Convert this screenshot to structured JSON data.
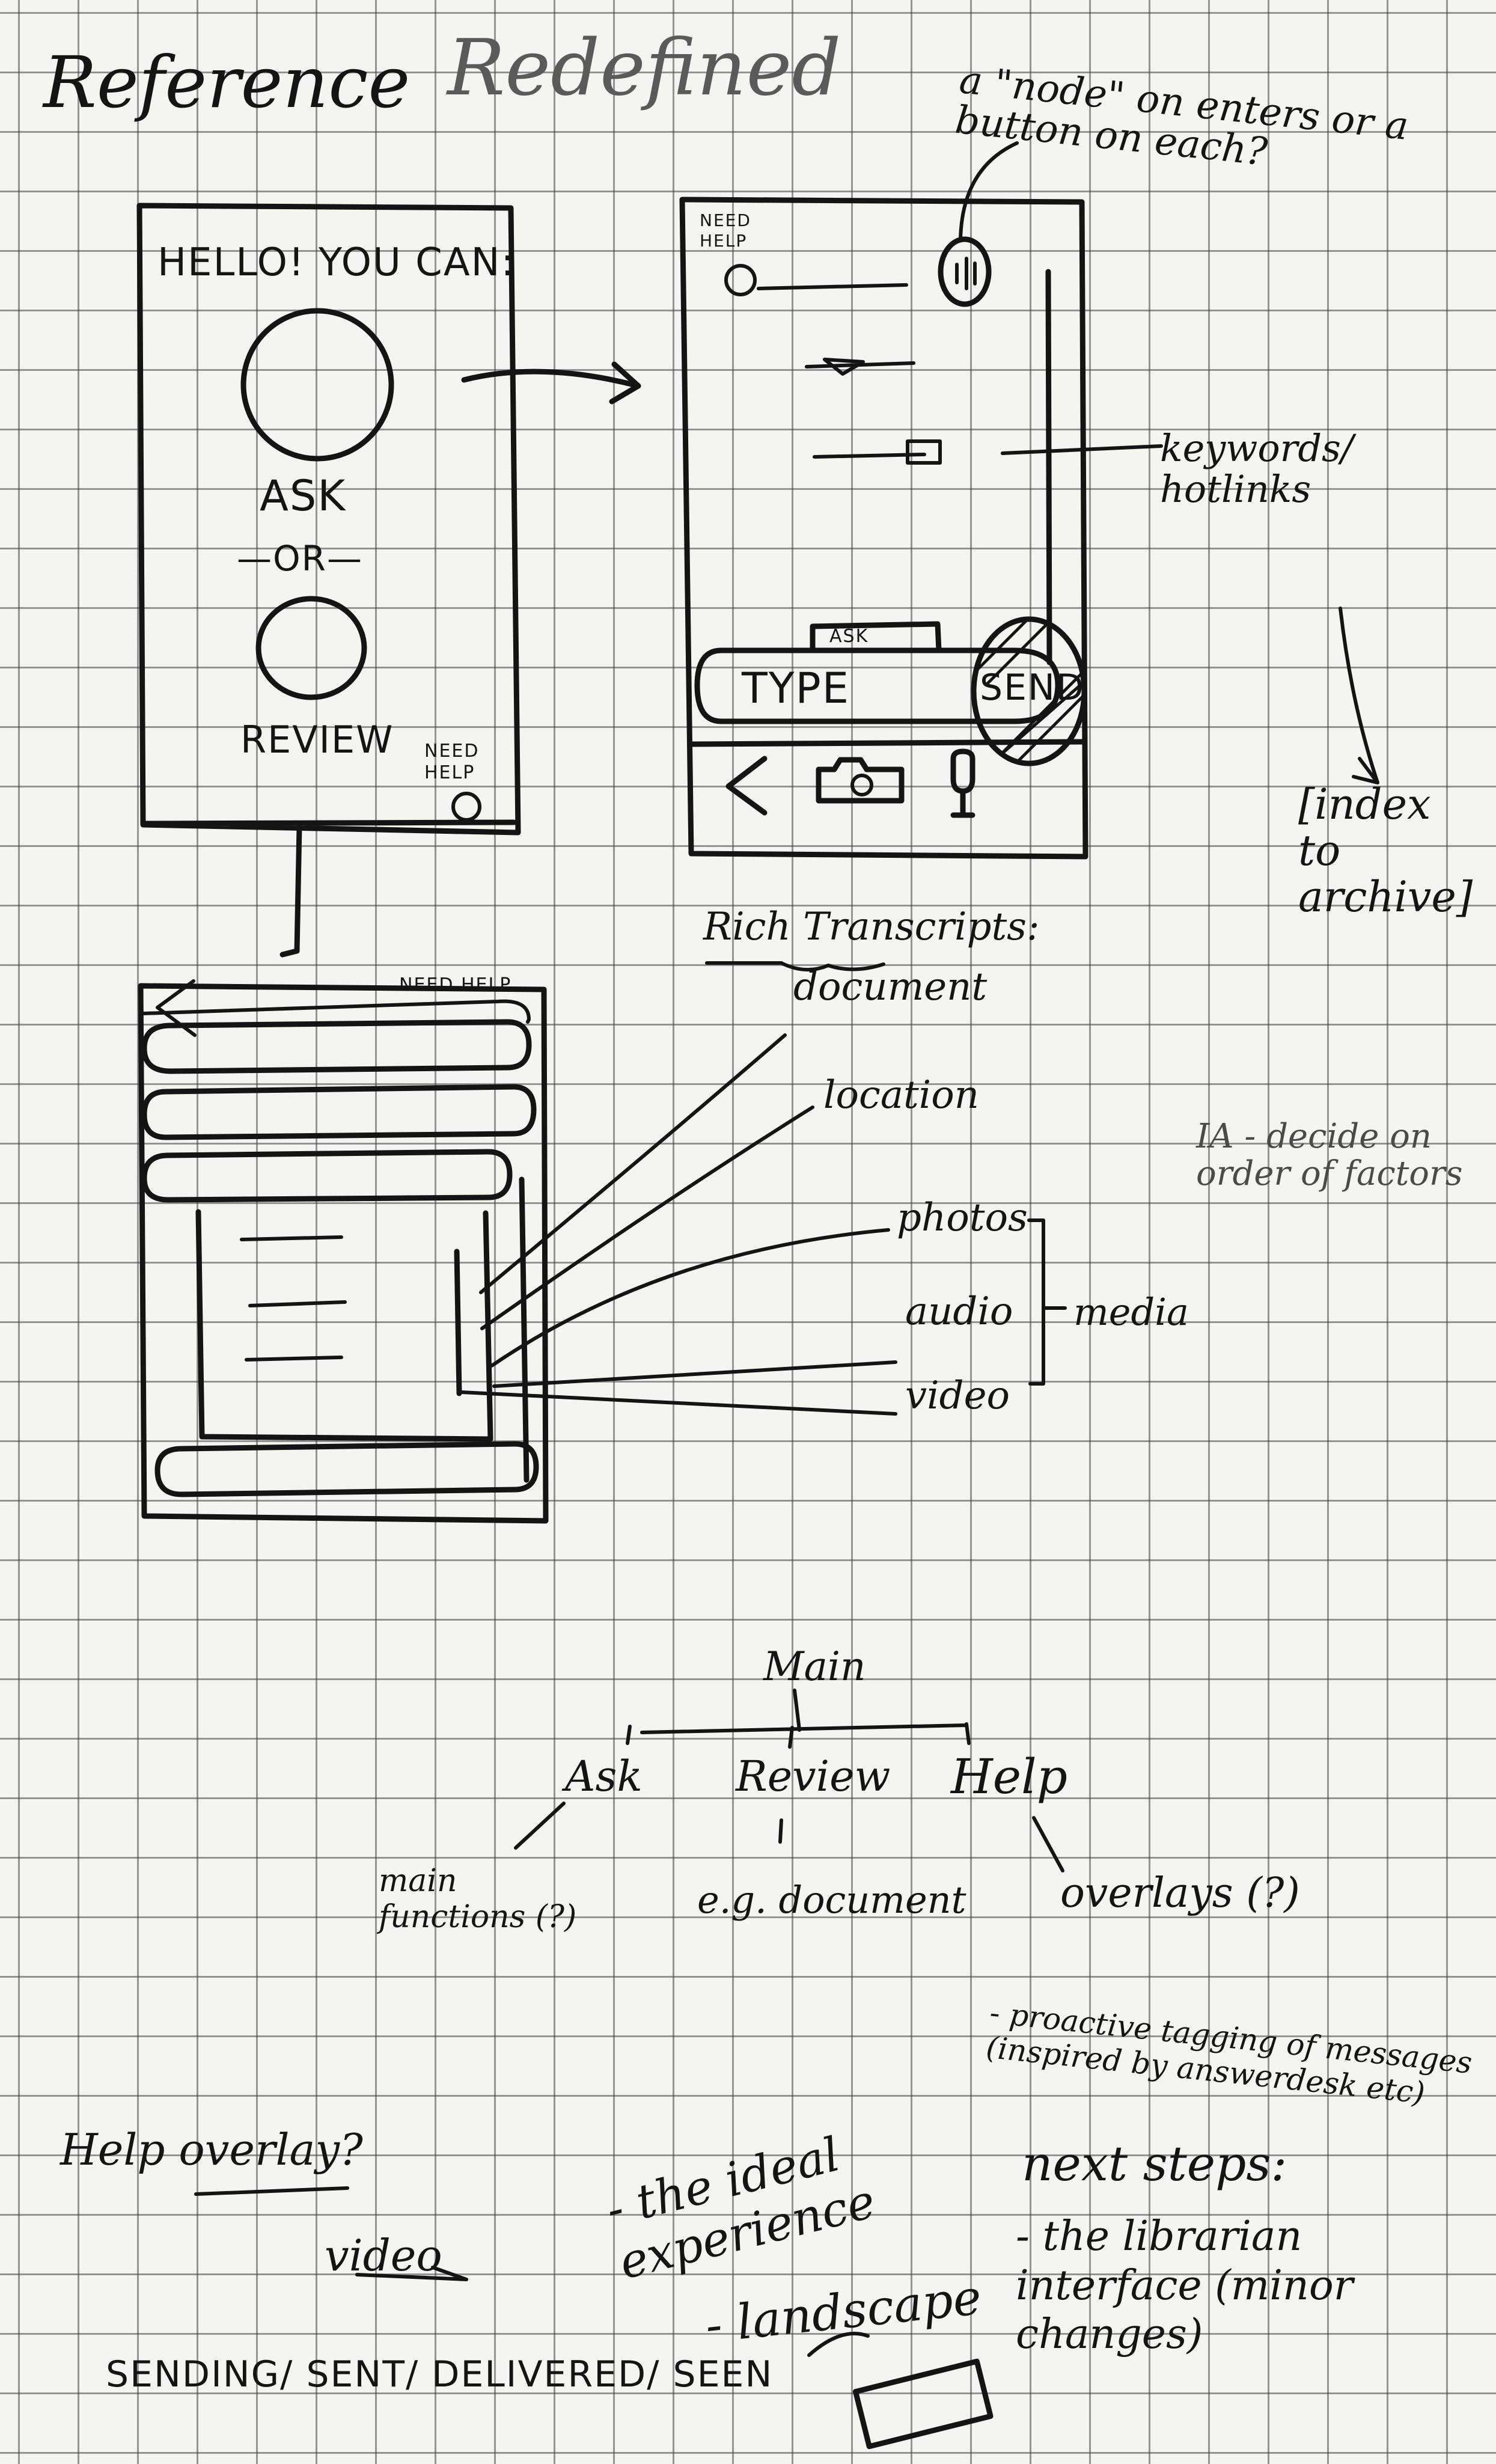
{
  "header": {
    "title_word_1": "Reference",
    "title_word_2": "Redefined",
    "top_note": "a \"node\" on enters or a button on each?"
  },
  "home_screen": {
    "greeting": "HELLO! YOU CAN:",
    "ask_label": "ASK",
    "or_label": "—OR—",
    "review_label": "REVIEW",
    "help_label": "NEED HELP"
  },
  "chat_screen": {
    "help_label": "NEED HELP",
    "audio_label": "ASK",
    "input_label": "TYPE",
    "send_label": "SEND",
    "keywords_note": "keywords/ hotlinks",
    "index_note": "[index to archive]"
  },
  "transcript_screen": {
    "help_label": "NEED HELP",
    "heading": "Rich Transcripts:",
    "items": [
      "document",
      "location",
      "photos",
      "audio",
      "video"
    ],
    "media_label": "media",
    "side_note": "IA - decide on order of factors"
  },
  "tree": {
    "root": "Main",
    "children": [
      "Ask",
      "Review",
      "Help"
    ],
    "ask_child": "main functions (?)",
    "review_child": "e.g. document",
    "help_child": "overlays (?)"
  },
  "notes": {
    "help_overlay": "Help overlay?",
    "video": "video",
    "status_line": "SENDING/ SENT/ DELIVERED/ SEEN",
    "ideal_experience": "- the ideal experience",
    "landscape": "- landscape",
    "proactive_tagging": "- proactive tagging of messages (inspired by answerdesk etc)",
    "next_steps": "next steps:",
    "librarian_interface": "- the librarian interface (minor changes)"
  }
}
